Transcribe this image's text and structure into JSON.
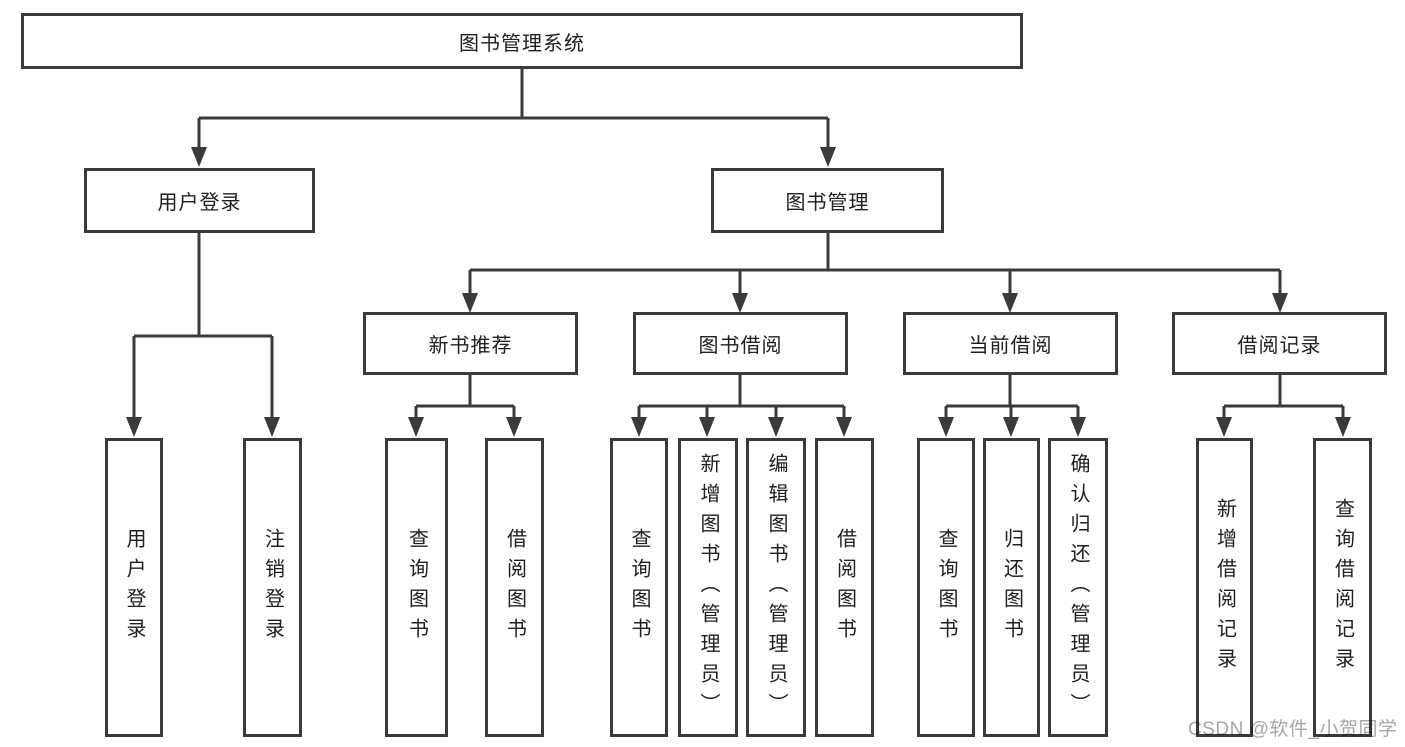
{
  "diagram": {
    "root": {
      "label": "图书管理系统"
    },
    "branches": [
      {
        "label": "用户登录",
        "children": [
          {
            "label": "用户登录"
          },
          {
            "label": "注销登录"
          }
        ]
      },
      {
        "label": "图书管理",
        "children": [
          {
            "label": "新书推荐",
            "children": [
              {
                "label": "查询图书"
              },
              {
                "label": "借阅图书"
              }
            ]
          },
          {
            "label": "图书借阅",
            "children": [
              {
                "label": "查询图书"
              },
              {
                "label": "新增图书（管理员）"
              },
              {
                "label": "编辑图书（管理员）"
              },
              {
                "label": "借阅图书"
              }
            ]
          },
          {
            "label": "当前借阅",
            "children": [
              {
                "label": "查询图书"
              },
              {
                "label": "归还图书"
              },
              {
                "label": "确认归还（管理员）"
              }
            ]
          },
          {
            "label": "借阅记录",
            "children": [
              {
                "label": "新增借阅记录"
              },
              {
                "label": "查询借阅记录"
              }
            ]
          }
        ]
      }
    ]
  },
  "watermark": {
    "text": "CSDN @软件_小贺同学"
  },
  "colors": {
    "line": "#3a3a3a",
    "text": "#202020",
    "background": "#ffffff",
    "watermark": "#a6a6a6"
  }
}
